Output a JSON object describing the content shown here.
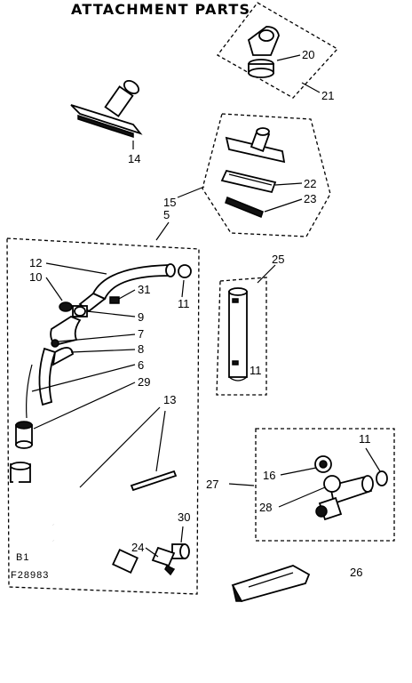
{
  "title": "ATTACHMENT PARTS",
  "drawing_code": "F28983",
  "group_code": "B1",
  "callouts": {
    "c20": "20",
    "c21": "21",
    "c14": "14",
    "c15": "15",
    "c5": "5",
    "c22": "22",
    "c23": "23",
    "c25": "25",
    "c12": "12",
    "c10": "10",
    "c31": "31",
    "c11a": "11",
    "c9": "9",
    "c7": "7",
    "c8": "8",
    "c6": "6",
    "c29": "29",
    "c13": "13",
    "c11b": "11",
    "c11c": "11",
    "c27": "27",
    "c16": "16",
    "c28": "28",
    "c30": "30",
    "c24": "24",
    "c26": "26"
  }
}
